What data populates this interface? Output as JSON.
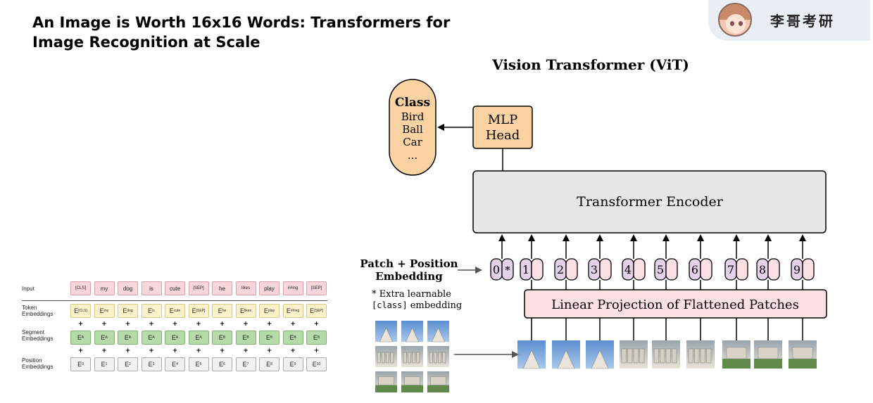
{
  "slide": {
    "title_line1": "An Image is Worth 16x16 Words: Transformers for",
    "title_line2": "Image Recognition at Scale"
  },
  "brand": {
    "name": "李哥考研",
    "avatar_icon": "cartoon-avatar-icon"
  },
  "vit": {
    "title": "Vision Transformer (ViT)",
    "class_box": {
      "heading": "Class",
      "items": [
        "Bird",
        "Ball",
        "Car",
        "..."
      ]
    },
    "mlp_head": {
      "line1": "MLP",
      "line2": "Head"
    },
    "encoder": "Transformer Encoder",
    "embedding_label_line1": "Patch + Position",
    "embedding_label_line2": "Embedding",
    "note_line1": "* Extra learnable",
    "note_mono": "[class]",
    "note_rest": " embedding",
    "linear_projection": "Linear Projection of Flattened Patches",
    "token_indices": [
      "0",
      "1",
      "2",
      "3",
      "4",
      "5",
      "6",
      "7",
      "8",
      "9"
    ],
    "class_token_marker": "*",
    "colors": {
      "orange": "#fbd2a2",
      "pink": "#fde0e4",
      "purple": "#e2d1e8",
      "encoder_gray": "#e6e6e6"
    }
  },
  "bert": {
    "row_labels": {
      "input": "Input",
      "token": [
        "Token",
        "Embeddings"
      ],
      "segment": [
        "Segment",
        "Embeddings"
      ],
      "position": [
        "Position",
        "Embeddings"
      ]
    },
    "inputs": [
      "[CLS]",
      "my",
      "dog",
      "is",
      "cute",
      "[SEP]",
      "he",
      "likes",
      "play",
      "##ing",
      "[SEP]"
    ],
    "token_embeddings": [
      {
        "base": "E",
        "sub": "[CLS]"
      },
      {
        "base": "E",
        "sub": "my"
      },
      {
        "base": "E",
        "sub": "dog"
      },
      {
        "base": "E",
        "sub": "is"
      },
      {
        "base": "E",
        "sub": "cute"
      },
      {
        "base": "E",
        "sub": "[SEP]"
      },
      {
        "base": "E",
        "sub": "he"
      },
      {
        "base": "E",
        "sub": "likes"
      },
      {
        "base": "E",
        "sub": "play"
      },
      {
        "base": "E",
        "sub": "##ing"
      },
      {
        "base": "E",
        "sub": "[SEP]"
      }
    ],
    "segment_embeddings": [
      {
        "base": "E",
        "sub": "A"
      },
      {
        "base": "E",
        "sub": "A"
      },
      {
        "base": "E",
        "sub": "A"
      },
      {
        "base": "E",
        "sub": "A"
      },
      {
        "base": "E",
        "sub": "A"
      },
      {
        "base": "E",
        "sub": "A"
      },
      {
        "base": "E",
        "sub": "B"
      },
      {
        "base": "E",
        "sub": "B"
      },
      {
        "base": "E",
        "sub": "B"
      },
      {
        "base": "E",
        "sub": "B"
      },
      {
        "base": "E",
        "sub": "B"
      }
    ],
    "position_embeddings": [
      {
        "base": "E",
        "sub": "0"
      },
      {
        "base": "E",
        "sub": "1"
      },
      {
        "base": "E",
        "sub": "2"
      },
      {
        "base": "E",
        "sub": "3"
      },
      {
        "base": "E",
        "sub": "4"
      },
      {
        "base": "E",
        "sub": "5"
      },
      {
        "base": "E",
        "sub": "6"
      },
      {
        "base": "E",
        "sub": "7"
      },
      {
        "base": "E",
        "sub": "8"
      },
      {
        "base": "E",
        "sub": "9"
      },
      {
        "base": "E",
        "sub": "10"
      }
    ],
    "plus_sign": "+"
  }
}
